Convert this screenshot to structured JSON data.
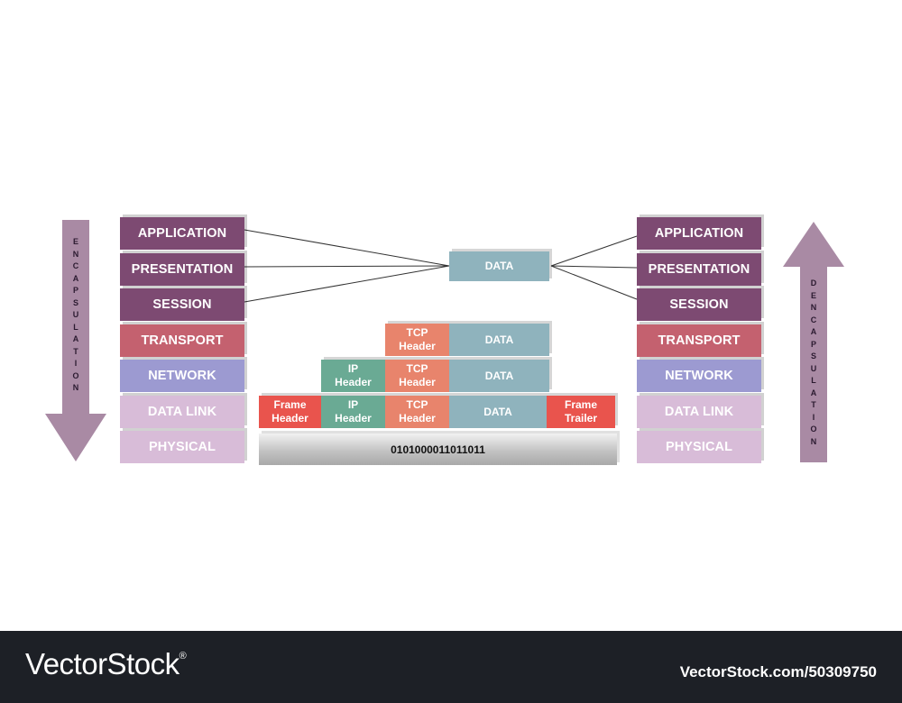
{
  "left_stack": {
    "arrow_label": "ENCAPSULATION",
    "layers": [
      {
        "label": "APPLICATION",
        "color": "#7d4a72"
      },
      {
        "label": "PRESENTATION",
        "color": "#7d4a72"
      },
      {
        "label": "SESSION",
        "color": "#7d4a72"
      },
      {
        "label": "TRANSPORT",
        "color": "#c4616f"
      },
      {
        "label": "NETWORK",
        "color": "#9c9ad1"
      },
      {
        "label": "DATA LINK",
        "color": "#d8bcd8"
      },
      {
        "label": "PHYSICAL",
        "color": "#d8bcd8"
      }
    ]
  },
  "right_stack": {
    "arrow_label": "DENCAPSULATION",
    "layers": [
      {
        "label": "APPLICATION",
        "color": "#7d4a72"
      },
      {
        "label": "PRESENTATION",
        "color": "#7d4a72"
      },
      {
        "label": "SESSION",
        "color": "#7d4a72"
      },
      {
        "label": "TRANSPORT",
        "color": "#c4616f"
      },
      {
        "label": "NETWORK",
        "color": "#9c9ad1"
      },
      {
        "label": "DATA LINK",
        "color": "#d8bcd8"
      },
      {
        "label": "PHYSICAL",
        "color": "#d8bcd8"
      }
    ]
  },
  "center": {
    "top_data": "DATA",
    "transport_row": {
      "tcp": "TCP\nHeader",
      "data": "DATA"
    },
    "network_row": {
      "ip": "IP\nHeader",
      "tcp": "TCP\nHeader",
      "data": "DATA"
    },
    "datalink_row": {
      "frame_header": "Frame\nHeader",
      "ip": "IP\nHeader",
      "tcp": "TCP\nHeader",
      "data": "DATA",
      "frame_trailer": "Frame\nTrailer"
    },
    "bits": "0101000011011011"
  },
  "colors": {
    "upper_layers": "#7d4a72",
    "transport": "#c4616f",
    "network": "#9c9ad1",
    "lower_layers": "#d8bcd8",
    "data_block": "#8fb3bd",
    "tcp_block": "#e8846c",
    "ip_block": "#6aaa94",
    "frame_block": "#e9544d",
    "arrow": "#a98aa4"
  },
  "footer": {
    "brand": "VectorStock",
    "brand_mark": "®",
    "url": "VectorStock.com/50309750"
  }
}
